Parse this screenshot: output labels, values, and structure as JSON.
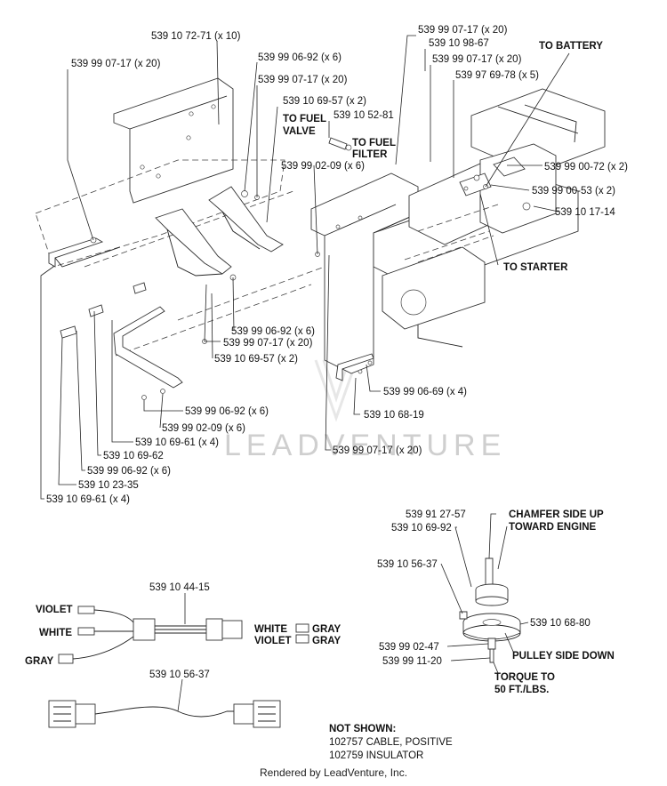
{
  "callouts": {
    "c01": {
      "num": "539 10 72-71",
      "qty": "(x 10)"
    },
    "c02": {
      "num": "539 99 07-17",
      "qty": "(x 20)"
    },
    "c03": {
      "num": "539 99 06-92",
      "qty": "(x 6)"
    },
    "c04": {
      "num": "539 99 07-17",
      "qty": "(x 20)"
    },
    "c05": {
      "num": "539 10 69-57",
      "qty": "(x 2)"
    },
    "c06": {
      "num": "539 10 52-81",
      "qty": ""
    },
    "c07": {
      "num": "539 99 02-09",
      "qty": "(x 6)"
    },
    "c08": {
      "num": "539 99 07-17",
      "qty": "(x 20)"
    },
    "c09": {
      "num": "539 10 98-67",
      "qty": ""
    },
    "c10": {
      "num": "539 99 07-17",
      "qty": "(x 20)"
    },
    "c11": {
      "num": "539 97 69-78",
      "qty": "(x 5)"
    },
    "c12": {
      "num": "539 99 00-72",
      "qty": "(x 2)"
    },
    "c13": {
      "num": "539 99 00-53",
      "qty": "(x 2)"
    },
    "c14": {
      "num": "539 10 17-14",
      "qty": ""
    },
    "c15": {
      "num": "539 99 06-92",
      "qty": "(x 6)"
    },
    "c16": {
      "num": "539 99 07-17",
      "qty": "(x 20)"
    },
    "c17": {
      "num": "539 10 69-57",
      "qty": "(x 2)"
    },
    "c18": {
      "num": "539 99 06-69",
      "qty": "(x 4)"
    },
    "c19": {
      "num": "539 10 68-19",
      "qty": ""
    },
    "c20": {
      "num": "539 99 06-92",
      "qty": "(x 6)"
    },
    "c21": {
      "num": "539 99 02-09",
      "qty": "(x 6)"
    },
    "c22": {
      "num": "539 10 69-61",
      "qty": "(x 4)"
    },
    "c23": {
      "num": "539 10 69-62",
      "qty": ""
    },
    "c24": {
      "num": "539 99 07-17",
      "qty": "(x 20)"
    },
    "c25": {
      "num": "539 99 06-92",
      "qty": "(x 6)"
    },
    "c26": {
      "num": "539 10 23-35",
      "qty": ""
    },
    "c27": {
      "num": "539 10 69-61",
      "qty": "(x 4)"
    },
    "c28": {
      "num": "539 91 27-57",
      "qty": ""
    },
    "c29": {
      "num": "539 10 69-92",
      "qty": ""
    },
    "c30": {
      "num": "539 10 56-37",
      "qty": ""
    },
    "c31": {
      "num": "539 10 68-80",
      "qty": ""
    },
    "c32": {
      "num": "539 99 02-47",
      "qty": ""
    },
    "c33": {
      "num": "539 99 11-20",
      "qty": ""
    },
    "c34": {
      "num": "539 10 44-15",
      "qty": ""
    },
    "c35": {
      "num": "539 10 56-37",
      "qty": ""
    }
  },
  "notes": {
    "to_battery": "TO BATTERY",
    "to_fuel_valve_1": "TO FUEL",
    "to_fuel_valve_2": "VALVE",
    "to_fuel_filter_1": "TO FUEL",
    "to_fuel_filter_2": "FILTER",
    "to_starter": "TO STARTER",
    "chamfer_1": "CHAMFER SIDE UP",
    "chamfer_2": "TOWARD ENGINE",
    "pulley_side": "PULLEY SIDE DOWN",
    "torque_1": "TORQUE TO",
    "torque_2": "50 FT./LBS."
  },
  "wires": {
    "violet_left": "VIOLET",
    "white_left": "WHITE",
    "gray_left": "GRAY",
    "white_right": "WHITE",
    "gray_right_1": "GRAY",
    "violet_right": "VIOLET",
    "gray_right_2": "GRAY"
  },
  "not_shown": {
    "title": "NOT SHOWN:",
    "items": [
      {
        "num": "102757",
        "desc": "CABLE, POSITIVE"
      },
      {
        "num": "102759",
        "desc": "INSULATOR"
      }
    ]
  },
  "watermark": "LEADVENTURE",
  "footer": "Rendered by LeadVenture, Inc."
}
